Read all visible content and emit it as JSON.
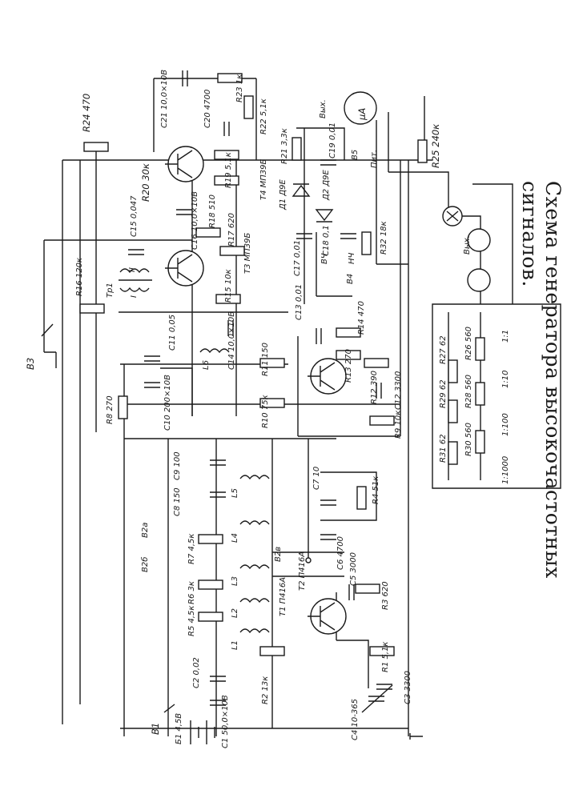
{
  "caption": "Схема генератора высокочастотных сигналов.",
  "labels": {
    "R24": "R24 470",
    "C21": "C21 10,0×10B",
    "C20": "C20 4700",
    "R23": "R23 1к",
    "R22": "R22 5,1к",
    "T4": "T4 МП39Б",
    "vyh_top": "Вых.",
    "ua": "µA",
    "B5": "B5",
    "pit": "Пит.",
    "R25": "R25 240к",
    "R20": "R20 30к",
    "R19": "R19 5,1к",
    "R21": "R21 3,3к",
    "C19": "C19 0,01",
    "D1": "Д1 Д9Е",
    "D2": "Д2 Д9Е",
    "C15": "C15 0,047",
    "C16": "C16 10,0×10B",
    "R18": "R18 510",
    "R17": "R17 620",
    "T3": "T3 МП39Б",
    "C17": "C17 0,01",
    "C18": "C18 0,1",
    "R32": "R32 18к",
    "vyh_mid": "Вых.",
    "vch": "ВЧ",
    "nch": "НЧ",
    "B4": "B4",
    "R16": "R16 120к",
    "Tp1": "Тр1",
    "II": "II",
    "I": "I",
    "R15": "R15 10к",
    "C13": "C13 0,01",
    "R14": "R14 470",
    "B3": "B3",
    "C11": "C11 0,05",
    "L6": "L6",
    "C14": "C14 10,0×10B",
    "R11": "R11 150",
    "R13": "R13 270",
    "R12": "R12 390",
    "R27": "R27 62",
    "R26": "R26 560",
    "ratio1": "1:1",
    "ratio10": "1:10",
    "ratio100": "1:100",
    "ratio1000": "1:1000",
    "R29": "R29 62",
    "R28": "R28 560",
    "R31": "R31 62",
    "R30": "R30 560",
    "R8": "R8 270",
    "C10": "C10 200×10B",
    "R10": "R10 75к",
    "C12": "C12 3300",
    "R9": "R9 10к",
    "T2": "T2 П416А",
    "C9": "C9 100",
    "C8": "C8 150",
    "L5": "L5",
    "L4": "L4",
    "B2a": "B2а",
    "B2b": "B2б",
    "B2v": "B2в",
    "R7": "R7 4,5к",
    "R6": "R6 3к",
    "R5": "R5 4,5к",
    "L3": "L3",
    "L2": "L2",
    "L1": "L1",
    "C7": "C7 10",
    "R4": "R4 51к",
    "C6": "C6 4700",
    "C5": "C5 3000",
    "R3": "R3 620",
    "T1": "T1 П416А",
    "R1": "R1 5,1к",
    "C2": "C2 0,02",
    "R2": "R2 13к",
    "C3": "C3 3300",
    "C4": "C4 10-365",
    "B1": "B1",
    "B1bat": "Б1 4,5B",
    "C1": "C1 50,0×10B"
  }
}
